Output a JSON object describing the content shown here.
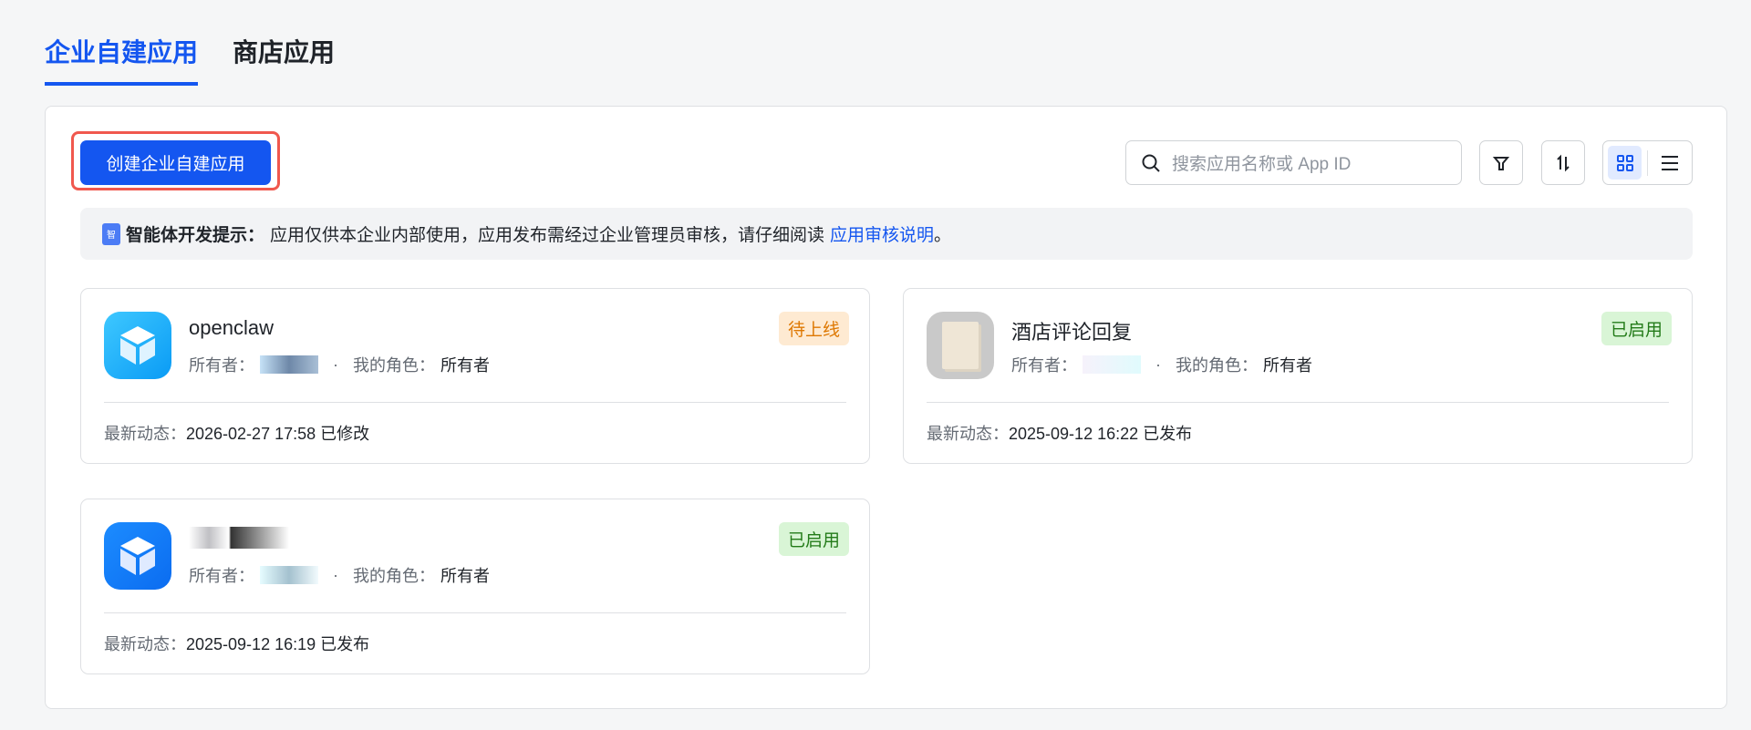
{
  "tabs": [
    {
      "label": "企业自建应用",
      "active": true
    },
    {
      "label": "商店应用",
      "active": false
    }
  ],
  "toolbar": {
    "create_label": "创建企业自建应用",
    "search_placeholder": "搜索应用名称或 App ID"
  },
  "notice": {
    "title": "智能体开发提示：",
    "text": "应用仅供本企业内部使用，应用发布需经过企业管理员审核，请仔细阅读 ",
    "link": "应用审核说明",
    "end": "。",
    "icon_text": "智"
  },
  "labels": {
    "owner": "所有者：",
    "role": "我的角色：",
    "latest": "最新动态：",
    "dot": "·"
  },
  "apps": [
    {
      "name": "openclaw",
      "status": "待上线",
      "status_color": "#de7802",
      "status_bg": "#feead2",
      "role": "所有者",
      "latest": "2026-02-27 17:58 已修改"
    },
    {
      "name": "酒店评论回复",
      "status": "已启用",
      "status_color": "#237b19",
      "status_bg": "#d9f5d6",
      "role": "所有者",
      "latest": "2025-09-12 16:22 已发布"
    },
    {
      "name": "",
      "status": "已启用",
      "status_color": "#237b19",
      "status_bg": "#d9f5d6",
      "role": "所有者",
      "latest": "2025-09-12 16:19 已发布"
    }
  ]
}
